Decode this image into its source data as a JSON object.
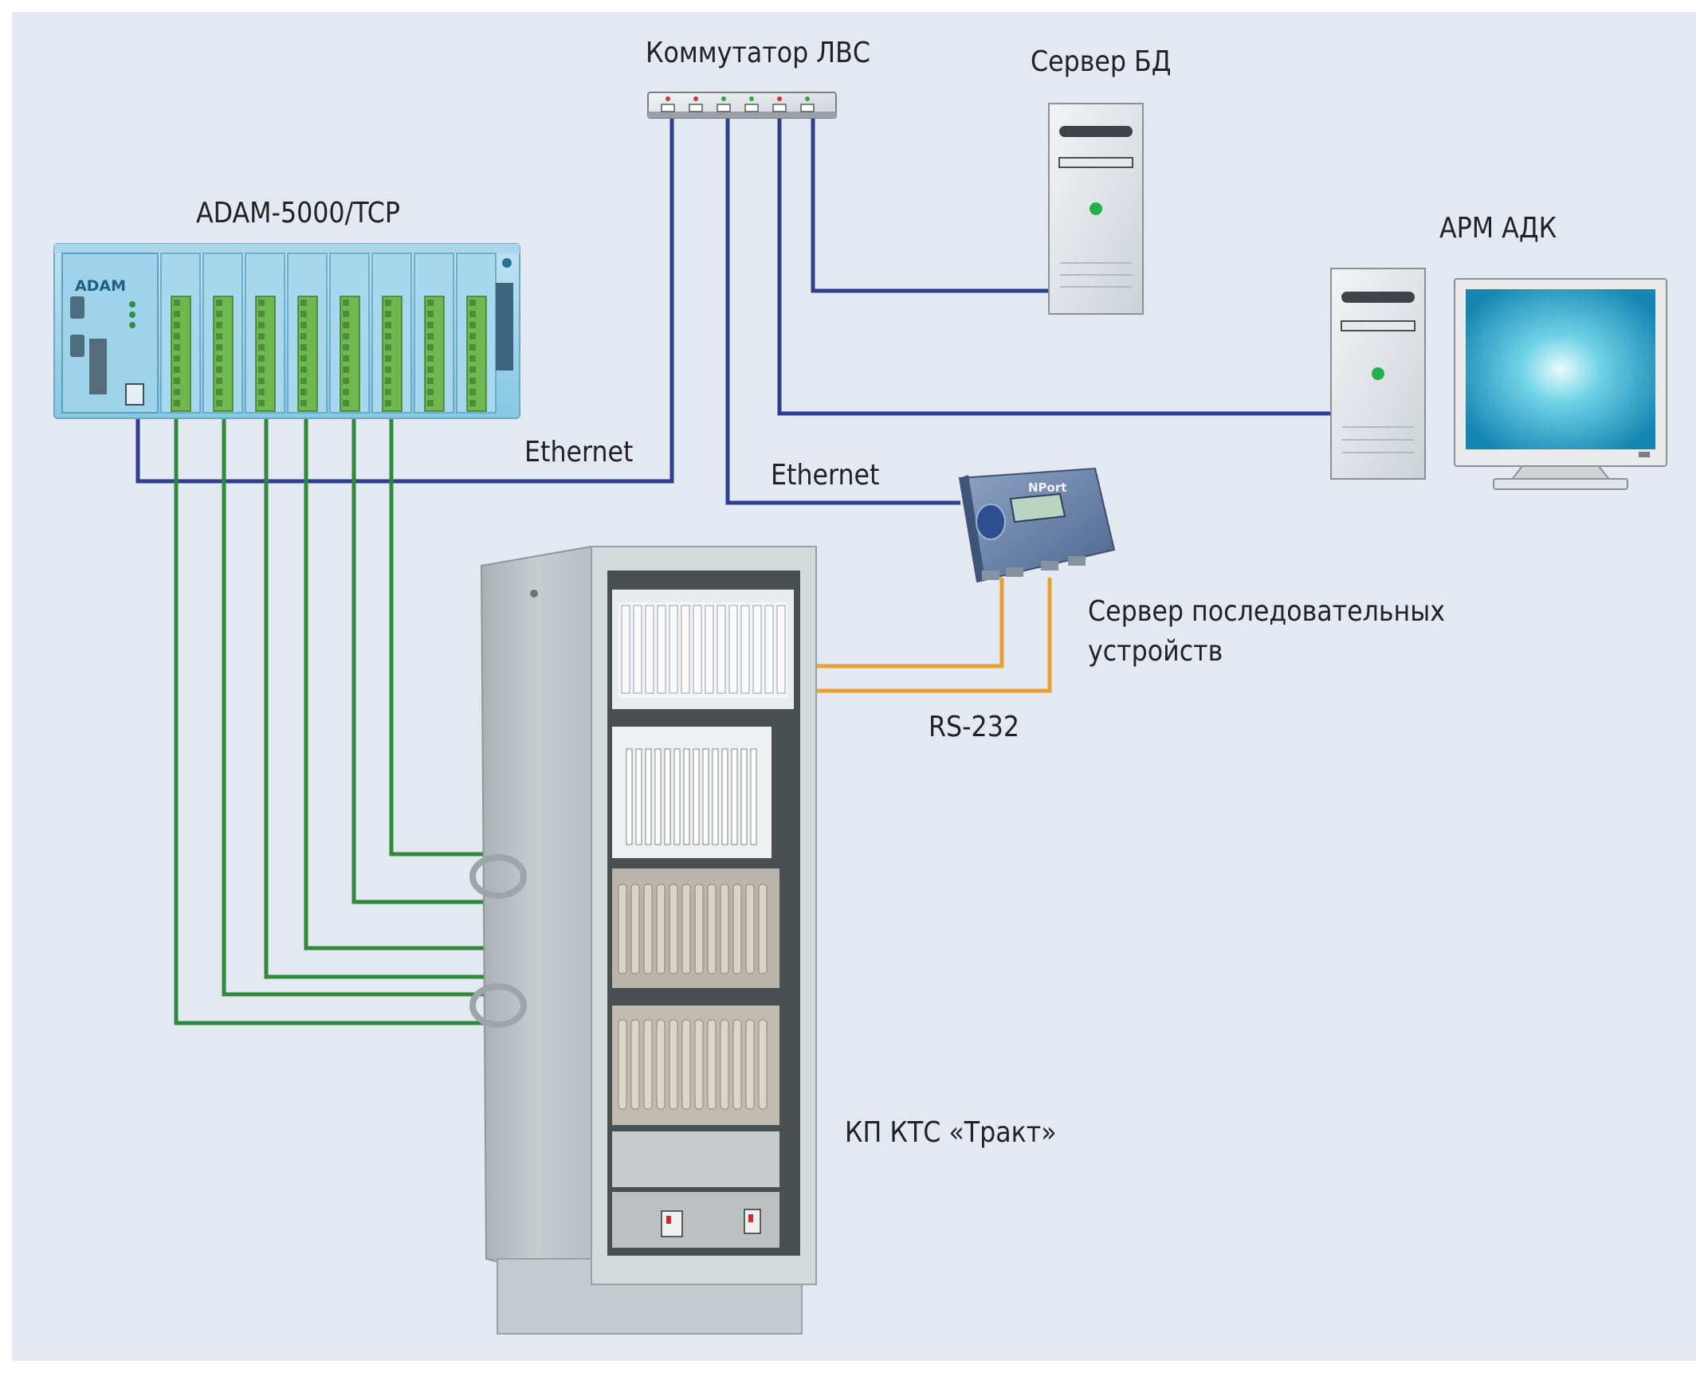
{
  "diagram": {
    "background_color": "#e3e8f1",
    "colors": {
      "ethernet_wire": "#2d3f8f",
      "rs232_wire": "#e8a034",
      "signal_wire": "#2e8a3a"
    },
    "nodes": {
      "lan_switch": {
        "label": "Коммутатор ЛВС",
        "icon": "network-switch-icon"
      },
      "db_server": {
        "label": "Сервер БД",
        "icon": "tower-server-icon"
      },
      "workstation": {
        "label": "АРМ АДК",
        "icon": "workstation-icon"
      },
      "adam": {
        "label": "ADAM-5000/TCP",
        "icon": "io-module-rack-icon",
        "logo": "ADAM"
      },
      "serial_server": {
        "label_line1": "Сервер последовательных",
        "label_line2": "устройств",
        "icon": "serial-device-server-icon",
        "logo": "NPort"
      },
      "cabinet": {
        "label": "КП КТС «Тракт»",
        "icon": "equipment-cabinet-icon"
      }
    },
    "connections": {
      "ethernet_left": "Ethernet",
      "ethernet_right": "Ethernet",
      "rs232": "RS-232"
    }
  }
}
